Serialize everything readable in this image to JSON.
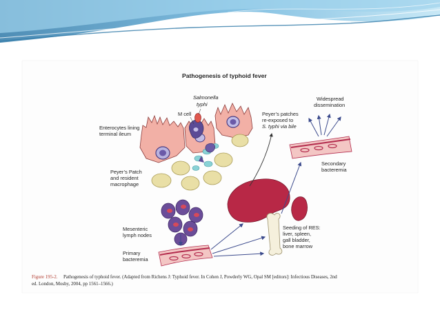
{
  "colors": {
    "banner_dark": "#2f79a8",
    "banner_light": "#9fd3ec",
    "vessel_red": "#b32b4d",
    "liver_red": "#b82846",
    "enterocyte_pink": "#f2b0a6",
    "macrophage_yellow": "#e9dfa6",
    "node_purple": "#6b4d99",
    "arrow_blue": "#3b4a8c"
  },
  "diagram": {
    "title": "Pathogenesis of typhoid fever",
    "labels": {
      "salmonella": [
        "Salmonella",
        "typhi"
      ],
      "m_cell": "M cell",
      "enterocytes": [
        "Enterocytes lining",
        "terminal ileum"
      ],
      "peyers_patch": [
        "Peyer’s Patch",
        "and resident",
        "macrophage"
      ],
      "mesenteric": [
        "Mesenteric",
        "lymph nodes"
      ],
      "primary": [
        "Primary",
        "bacteremia"
      ],
      "reexposed": [
        "Peyer’s patches",
        "re-exposed to",
        "S. typhi via bile"
      ],
      "widespread": [
        "Widespread",
        "dissemination"
      ],
      "secondary": [
        "Secondary",
        "bacteremia"
      ],
      "seeding": [
        "Seeding of RES:",
        "liver, spleen,",
        "gall bladder,",
        "bone marrow"
      ]
    },
    "caption": {
      "fig_label": "Figure 195-2.",
      "line1": "Pathogenesis of typhoid fever. (Adapted from Richens J: Typhoid fever. In Cohen J, Powderly WG, Opal SM [editors]: Infectious Diseases, 2nd",
      "line2": "ed. London, Mosby, 2004, pp 1561–1566.)"
    }
  }
}
